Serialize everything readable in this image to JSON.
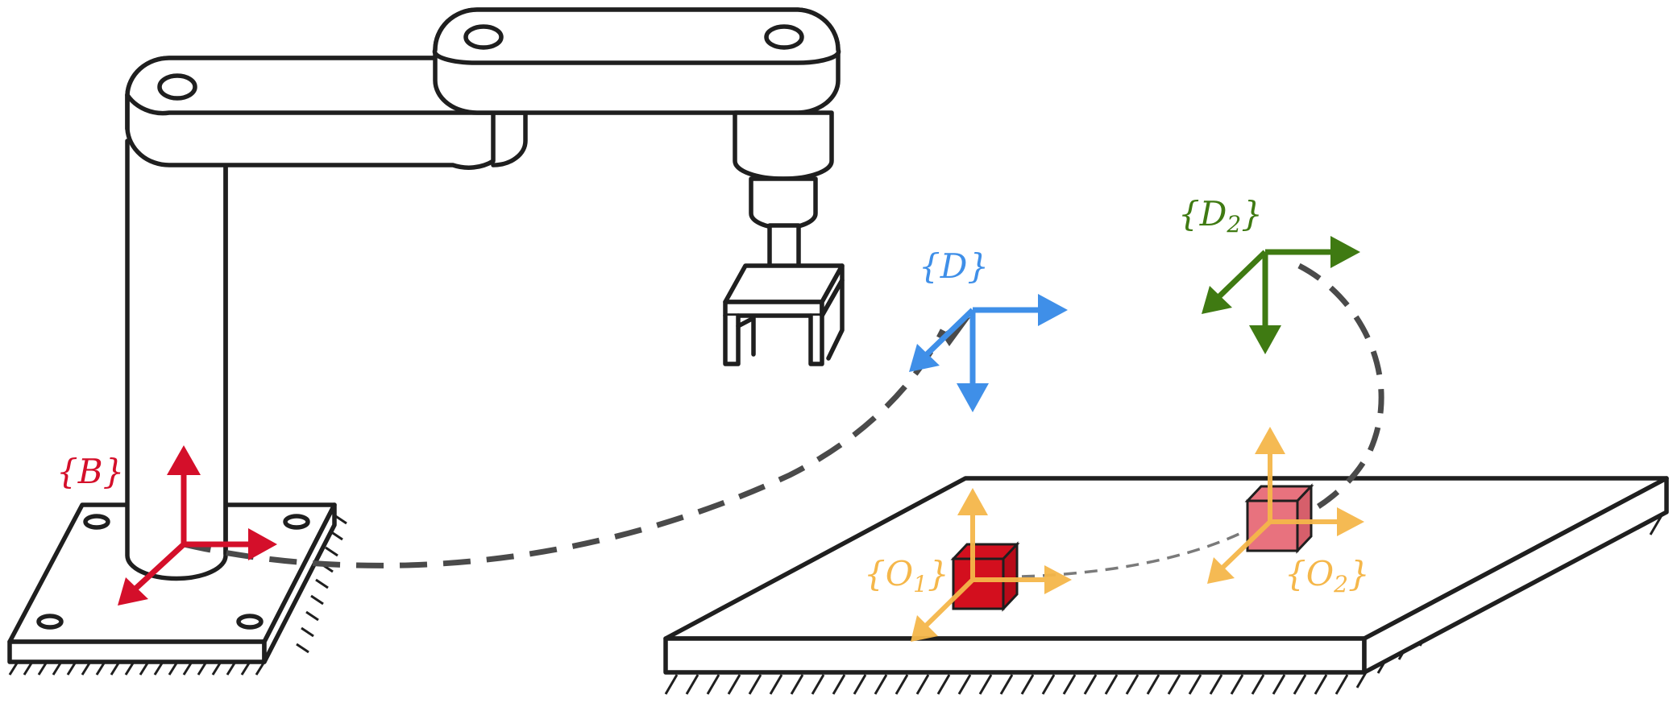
{
  "labels": {
    "base": "{B}",
    "desired": "{D}",
    "desired2": "{D",
    "desired2_sub": "2",
    "object1": "{O",
    "object1_sub": "1",
    "object2": "{O",
    "object2_sub": "2",
    "close_brace": "}"
  },
  "colors": {
    "base_frame": "#d40f2a",
    "desired_frame": "#3f8fe8",
    "desired2_frame": "#3f7a12",
    "object_frame": "#f5b74a",
    "cube1": "#d30f1e",
    "cube2": "#e8727e",
    "trajectory": "#4a4a4a",
    "outline": "#1f1f1f"
  },
  "icons": {
    "robot": "scara-robot-arm-icon",
    "gripper": "gripper-icon",
    "table": "table-platform-icon",
    "cube": "cube-object-icon"
  }
}
